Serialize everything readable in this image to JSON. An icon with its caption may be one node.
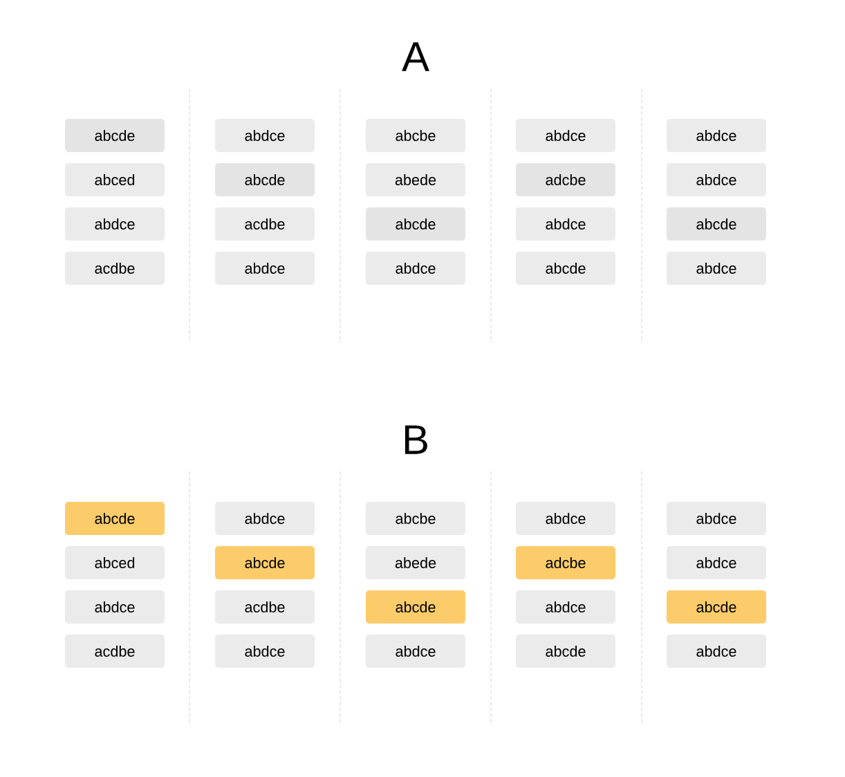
{
  "diagram": {
    "labels": [
      "A",
      "B"
    ],
    "nodes": [
      {
        "text": [
          "abcde"
        ]
      },
      {
        "text": [
          "abdce"
        ]
      },
      {
        "text": [
          "abcbe"
        ]
      },
      {
        "text": [
          "abdce"
        ]
      },
      {
        "text": [
          "abdce"
        ]
      },
      {
        "text": [
          "abced"
        ]
      },
      {
        "text": [
          "abcde"
        ]
      },
      {
        "text": [
          "abede"
        ]
      },
      {
        "text": [
          "adcbe"
        ]
      },
      {
        "text": [
          "abdce"
        ]
      },
      {
        "text": [
          "abdce"
        ]
      },
      {
        "text": [
          "acdbe"
        ]
      },
      {
        "text": [
          "abcde"
        ]
      },
      {
        "text": [
          "abdce"
        ]
      },
      {
        "text": [
          "abcde"
        ]
      },
      {
        "text": [
          "acdbe"
        ]
      },
      {
        "text": [
          "abdce"
        ]
      },
      {
        "text": [
          "abdce"
        ]
      },
      {
        "text": [
          "abcde"
        ]
      },
      {
        "text": [
          "abdce"
        ]
      },
      {
        "text": [
          "abcde"
        ]
      },
      {
        "text": [
          "abdce"
        ]
      },
      {
        "text": [
          "abcbe"
        ]
      },
      {
        "text": [
          "abdce"
        ]
      },
      {
        "text": [
          "abdce"
        ]
      },
      {
        "text": [
          "abced"
        ]
      },
      {
        "text": [
          "abcde"
        ]
      },
      {
        "text": [
          "abede"
        ]
      },
      {
        "text": [
          "adcbe"
        ]
      },
      {
        "text": [
          "abdce"
        ]
      },
      {
        "text": [
          "abdce"
        ]
      },
      {
        "text": [
          "acdbe"
        ]
      },
      {
        "text": [
          "abcde"
        ]
      },
      {
        "text": [
          "abdce"
        ]
      },
      {
        "text": [
          "abcde"
        ]
      },
      {
        "text": [
          "acdbe"
        ]
      },
      {
        "text": [
          "abdce"
        ]
      },
      {
        "text": [
          "abdce"
        ]
      },
      {
        "text": [
          "abcde"
        ]
      },
      {
        "text": [
          "abdce"
        ]
      }
    ]
  }
}
